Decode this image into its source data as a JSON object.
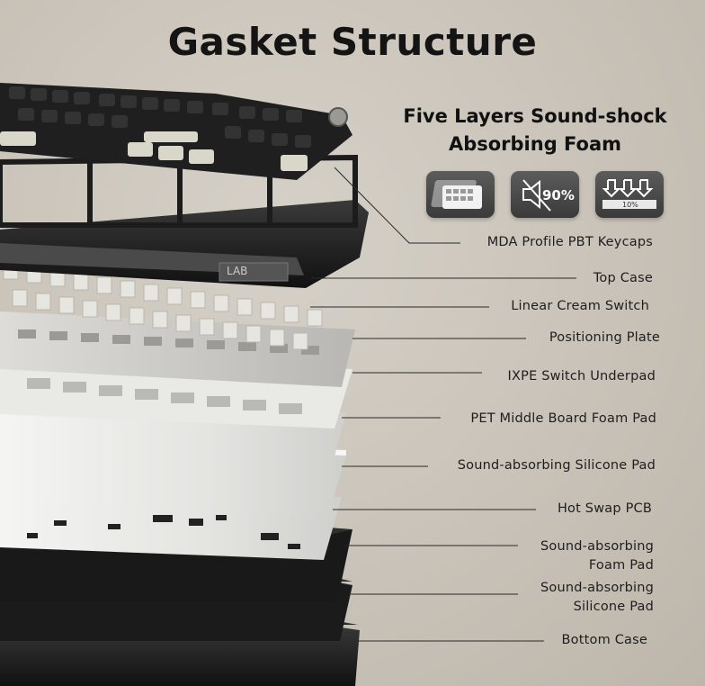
{
  "title": "Gasket Structure",
  "subtitle_line1": "Five Layers Sound-shock",
  "subtitle_line2": "Absorbing Foam",
  "badges": [
    {
      "icon": "foam-layers-icon"
    },
    {
      "icon": "sound-reduction-icon",
      "text": "90%"
    },
    {
      "icon": "down-arrows-icon",
      "text": "10%"
    }
  ],
  "case_brand": "LAB",
  "layers": [
    {
      "label": "MDA Profile PBT Keycaps"
    },
    {
      "label": "Top Case"
    },
    {
      "label": "Linear Cream Switch"
    },
    {
      "label": "Positioning Plate"
    },
    {
      "label": "IXPE Switch Underpad"
    },
    {
      "label": "PET Middle Board Foam Pad"
    },
    {
      "label": "Sound-absorbing Silicone Pad"
    },
    {
      "label": "Hot Swap PCB"
    },
    {
      "label": "Sound-absorbing",
      "label2": "Foam Pad"
    },
    {
      "label": "Sound-absorbing",
      "label2": "Silicone Pad"
    },
    {
      "label": "Bottom Case"
    }
  ]
}
